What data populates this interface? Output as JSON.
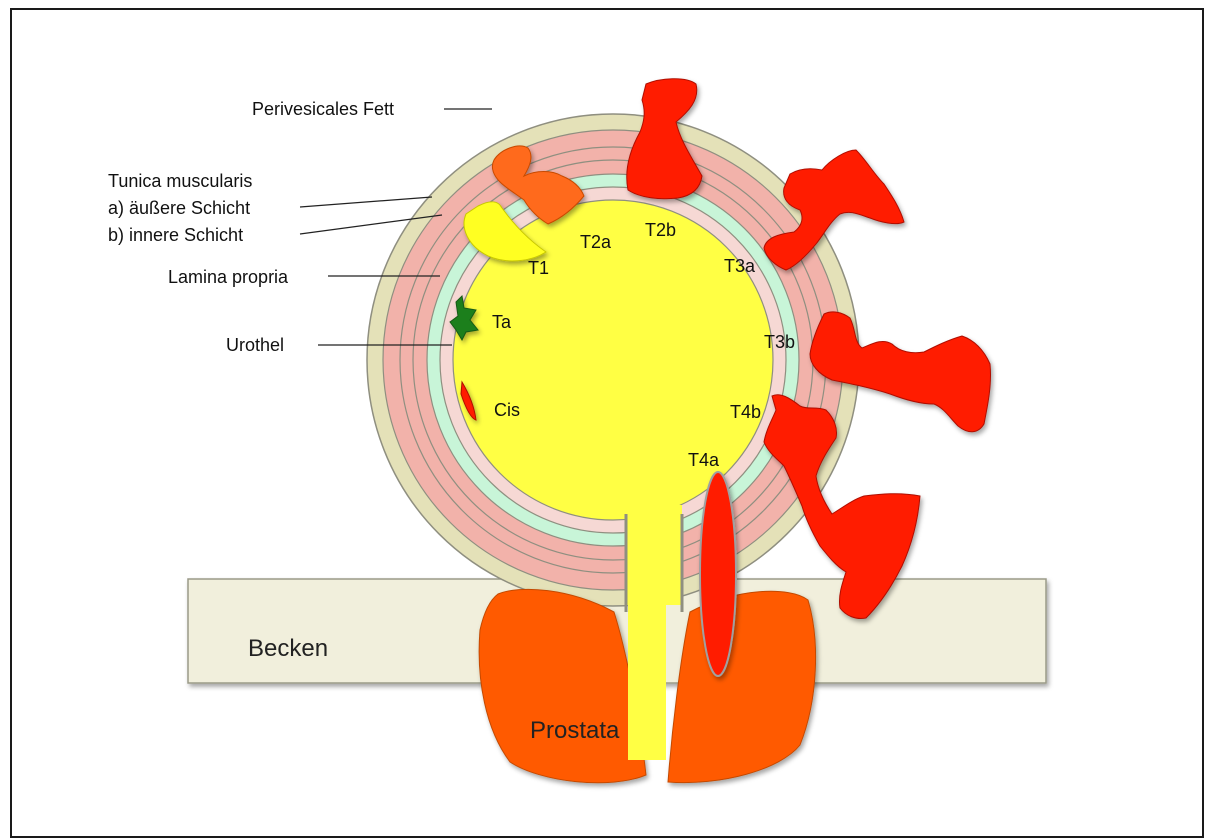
{
  "diagram": {
    "labels": {
      "perivesical_fat": "Perivesicales Fett",
      "tunica_muscularis": "Tunica muscularis",
      "outer_layer": "a) äußere Schicht",
      "inner_layer": "b) innere Schicht",
      "lamina_propria": "Lamina propria",
      "urothel": "Urothel",
      "pelvis": "Becken",
      "prostate": "Prostata"
    },
    "stages": {
      "ta": "Ta",
      "cis": "Cis",
      "t1": "T1",
      "t2a": "T2a",
      "t2b": "T2b",
      "t3a": "T3a",
      "t3b": "T3b",
      "t4a": "T4a",
      "t4b": "T4b"
    },
    "colors": {
      "fat": "#e4e1b8",
      "muscle": "#f2b2aa",
      "lamina": "#c8f5d8",
      "urothel": "#f6d8d4",
      "lumen": "#ffff44",
      "pelvis": "#f1efdc",
      "prostate": "#ff5a00",
      "tumor_red": "#ff1a00",
      "tumor_orange": "#ff6a1a",
      "tumor_yellow": "#ffff22",
      "tumor_green": "#1e7f1e"
    }
  }
}
